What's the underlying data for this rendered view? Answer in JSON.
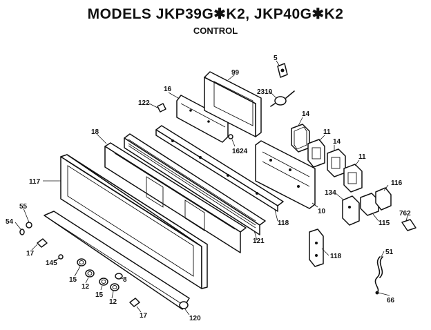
{
  "title": "MODELS JKP39G✱K2, JKP40G✱K2",
  "subtitle": "CONTROL",
  "labels": {
    "p5": "5",
    "p99": "99",
    "p2310": "2310",
    "p16": "16",
    "p122": "122",
    "p14a": "14",
    "p11a": "11",
    "p14b": "14",
    "p11b": "11",
    "p18": "18",
    "p1624": "1624",
    "p117": "117",
    "p116": "116",
    "p134": "134",
    "p10": "10",
    "p762": "762",
    "p115": "115",
    "p55": "55",
    "p54": "54",
    "p118a": "118",
    "p121": "121",
    "p17a": "17",
    "p145": "145",
    "p118b": "118",
    "p51": "51",
    "p15a": "15",
    "p12a": "12",
    "p8": "8",
    "p15b": "15",
    "p12b": "12",
    "p17b": "17",
    "p66": "66",
    "p120": "120"
  }
}
